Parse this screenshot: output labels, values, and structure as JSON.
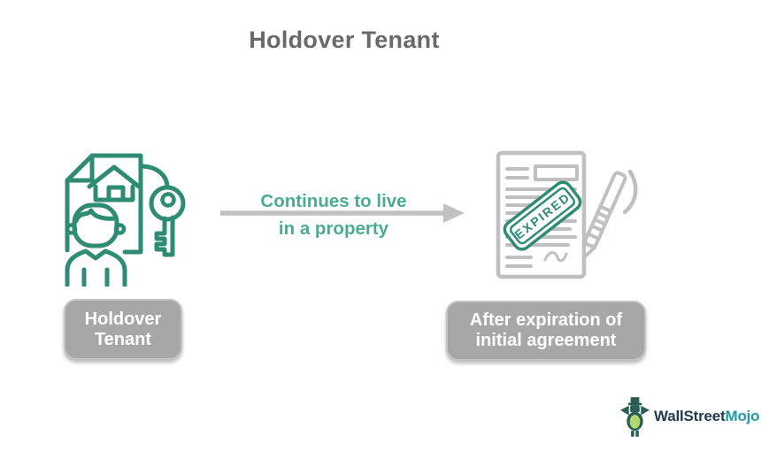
{
  "title": "Holdover Tenant",
  "diagram": {
    "left_icon": "tenant-with-house-document-and-key-icon",
    "right_icon": "expired-agreement-with-pen-icon",
    "arrow": {
      "direction": "right",
      "label_line1": "Continues to live",
      "label_line2": "in a property"
    },
    "stamp_text": "EXPIRED",
    "left_box": {
      "line1": "Holdover",
      "line2": "Tenant"
    },
    "right_box": {
      "line1": "After expiration of",
      "line2": "initial agreement"
    }
  },
  "branding": {
    "logo_icon": "wallstreetmojo-bull-mascot-icon",
    "name_dark": "WallStreet",
    "name_accent": "Mojo"
  },
  "colors": {
    "title-gray": "#696969",
    "icon-teal": "#2e8b74",
    "label-teal": "#4aab93",
    "arrow-gray": "#c2c2c2",
    "box-fill": "#a7a7a7",
    "box-border": "#c3c3c3",
    "box-text": "#ffffff",
    "doc-gray": "#c0c0c0",
    "brand-dark": "#1f3a50",
    "brand-teal": "#1d9aa2",
    "mascot-dark": "#2a5d57",
    "mascot-light": "#b4d86d"
  }
}
